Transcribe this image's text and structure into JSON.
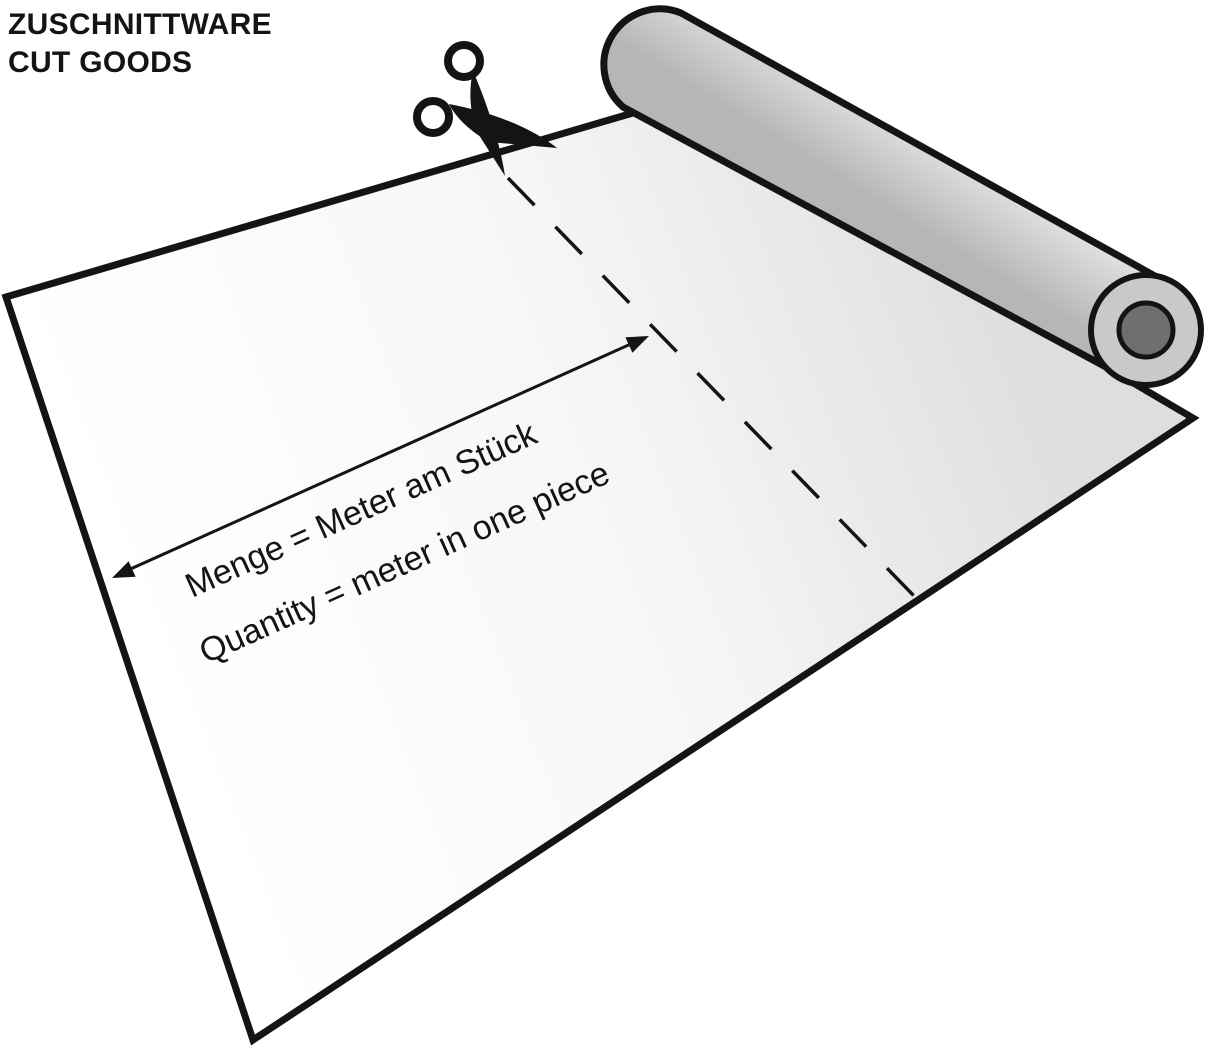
{
  "title": {
    "line1": "ZUSCHNITTWARE",
    "line2": "CUT GOODS"
  },
  "labels": {
    "measure_line1": "Menge = Meter am Stück",
    "measure_line2": "Quantity = meter in one piece"
  },
  "icons": {
    "scissors": "scissors-icon"
  },
  "colors": {
    "ink": "#141414",
    "sheet_light": "#ffffff",
    "sheet_shade": "#dedede",
    "roll_light": "#f1f1f1",
    "roll_mid": "#d6d6d6",
    "roll_dark": "#b6b6b6",
    "roll_end": "#c9c9c9",
    "core_hole": "#6f6f6f"
  }
}
